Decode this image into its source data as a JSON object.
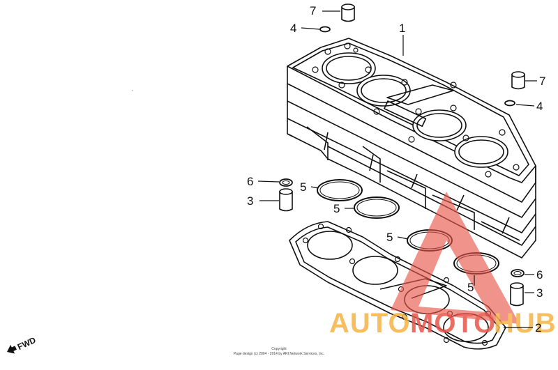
{
  "callouts": {
    "c1": "1",
    "c2": "2",
    "c3a": "3",
    "c3b": "3",
    "c4a": "4",
    "c4b": "4",
    "c5a": "5",
    "c5b": "5",
    "c5c": "5",
    "c5d": "5",
    "c6a": "6",
    "c6b": "6",
    "c7a": "7",
    "c7b": "7"
  },
  "direction_label": "FWD",
  "watermark": {
    "part1": "AUTO",
    "part2": "MOTO",
    "part3": "HUB",
    "color_red": "#e8554a",
    "color_orange": "#f5b342"
  },
  "copyright": {
    "line1": "Copyright",
    "line2": "Page design (c) 2004 - 2014 by ARI Network Services, Inc."
  }
}
